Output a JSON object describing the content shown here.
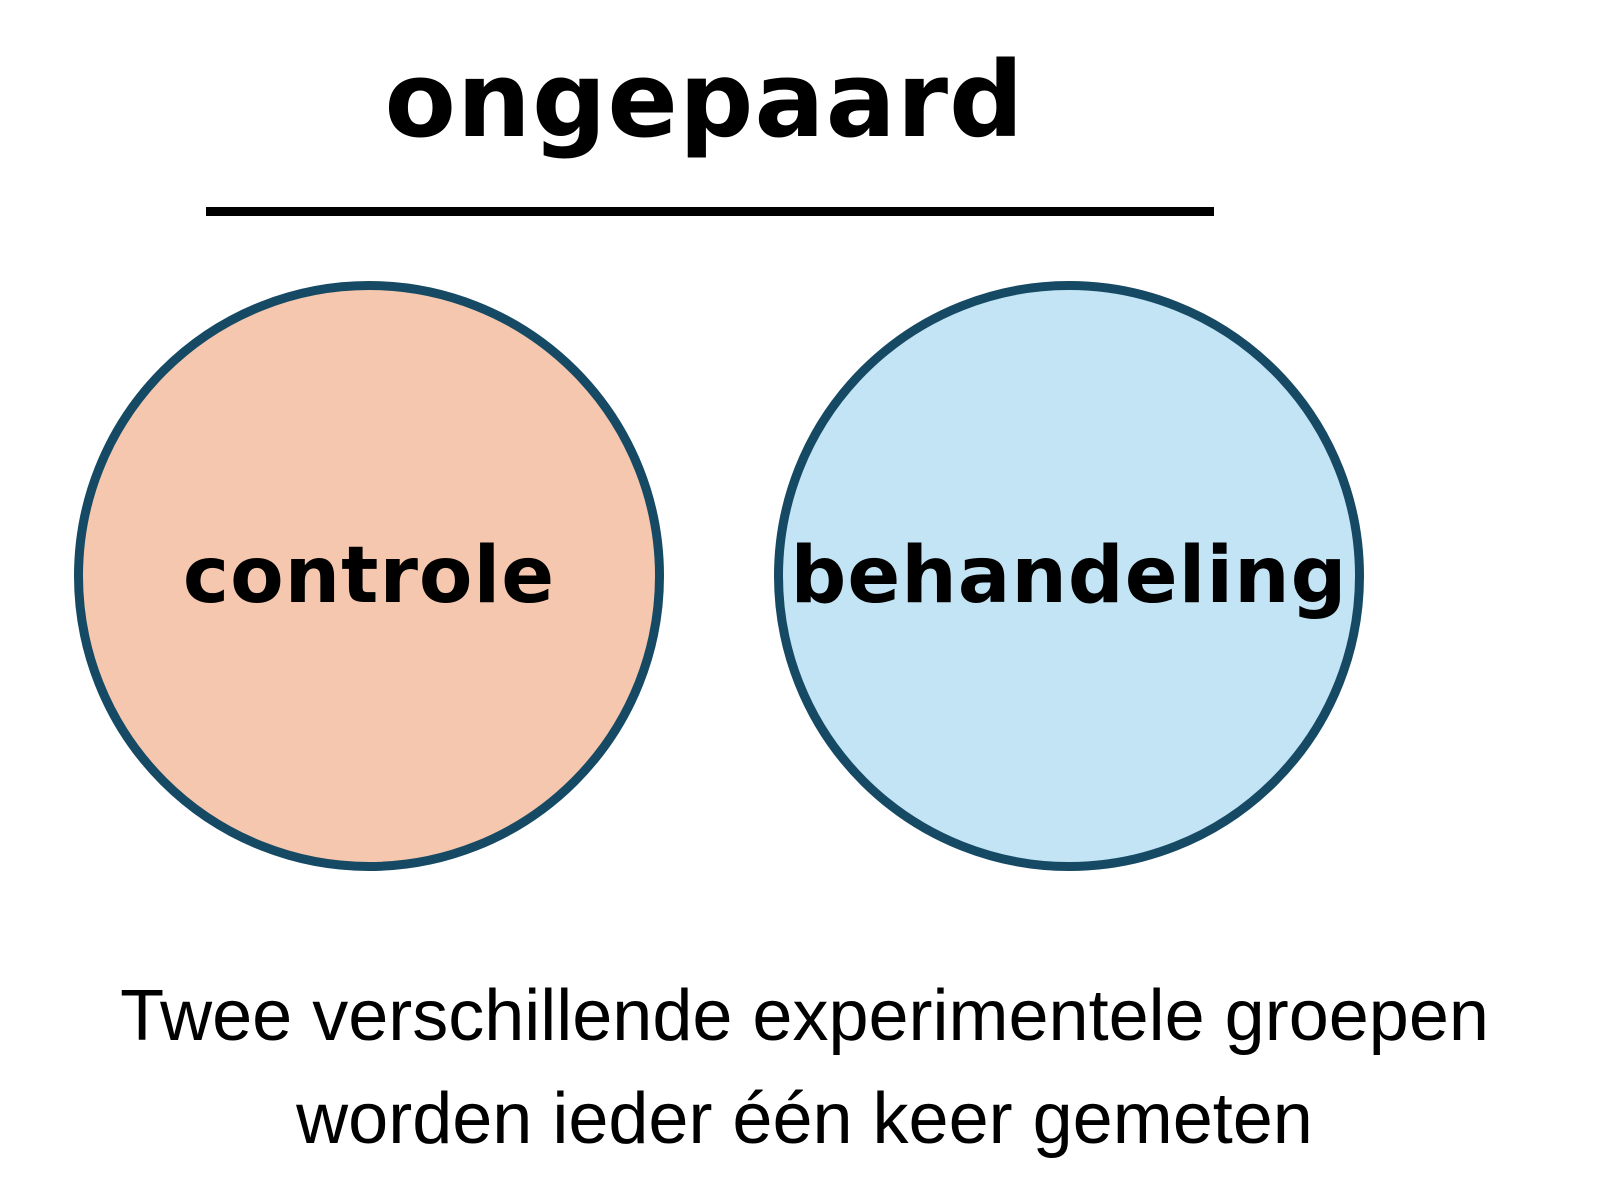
{
  "title": "ongepaard",
  "groups": [
    {
      "label": "controle",
      "fill": "#f5c7ae",
      "stroke": "#164a64"
    },
    {
      "label": "behandeling",
      "fill": "#c3e4f4",
      "stroke": "#164a64"
    }
  ],
  "caption": {
    "line1": "Twee verschillende experimentele groepen",
    "line2": "worden ieder één keer gemeten"
  }
}
